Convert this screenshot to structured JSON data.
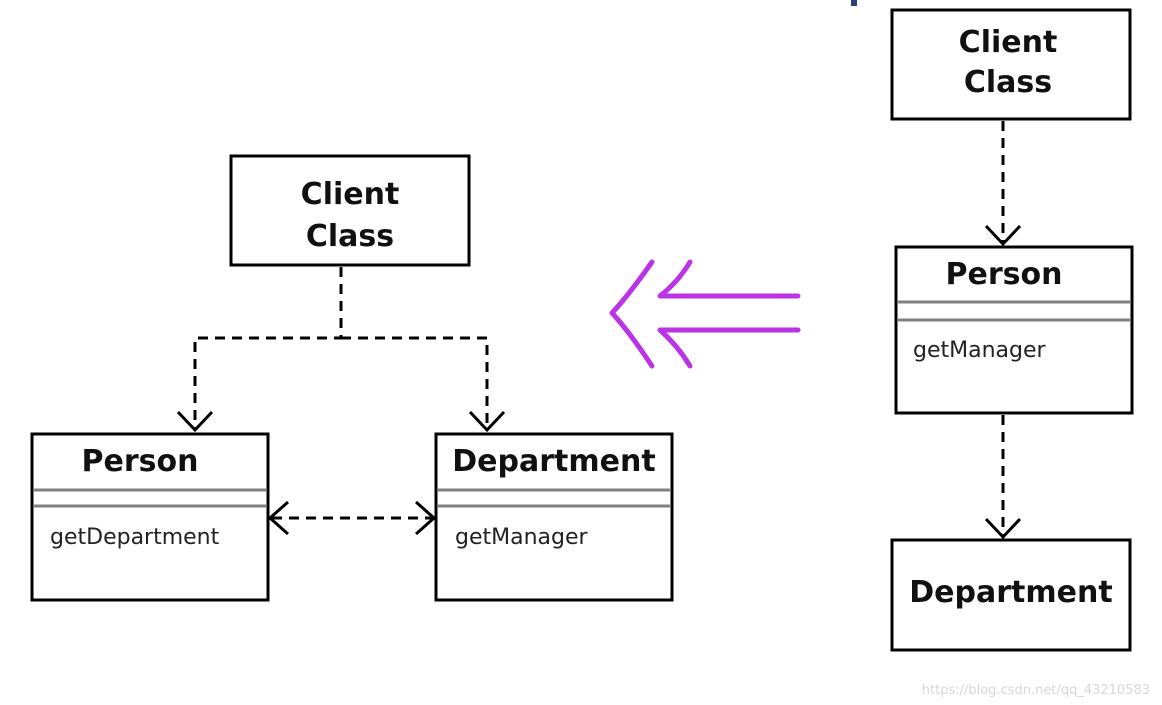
{
  "colors": {
    "refactor_arrow": "#bb33e6",
    "edge_stroke": "#000000",
    "separator": "#808080",
    "watermark": "#d7d7d7"
  },
  "before": {
    "client": {
      "line1": "Client",
      "line2": "Class"
    },
    "person": {
      "name": "Person",
      "method": "getDepartment"
    },
    "department": {
      "name": "Department",
      "method": "getManager"
    }
  },
  "after": {
    "client": {
      "line1": "Client",
      "line2": "Class"
    },
    "person": {
      "name": "Person",
      "method": "getManager"
    },
    "department": {
      "name": "Department"
    }
  },
  "watermark": "https://blog.csdn.net/qq_43210583"
}
